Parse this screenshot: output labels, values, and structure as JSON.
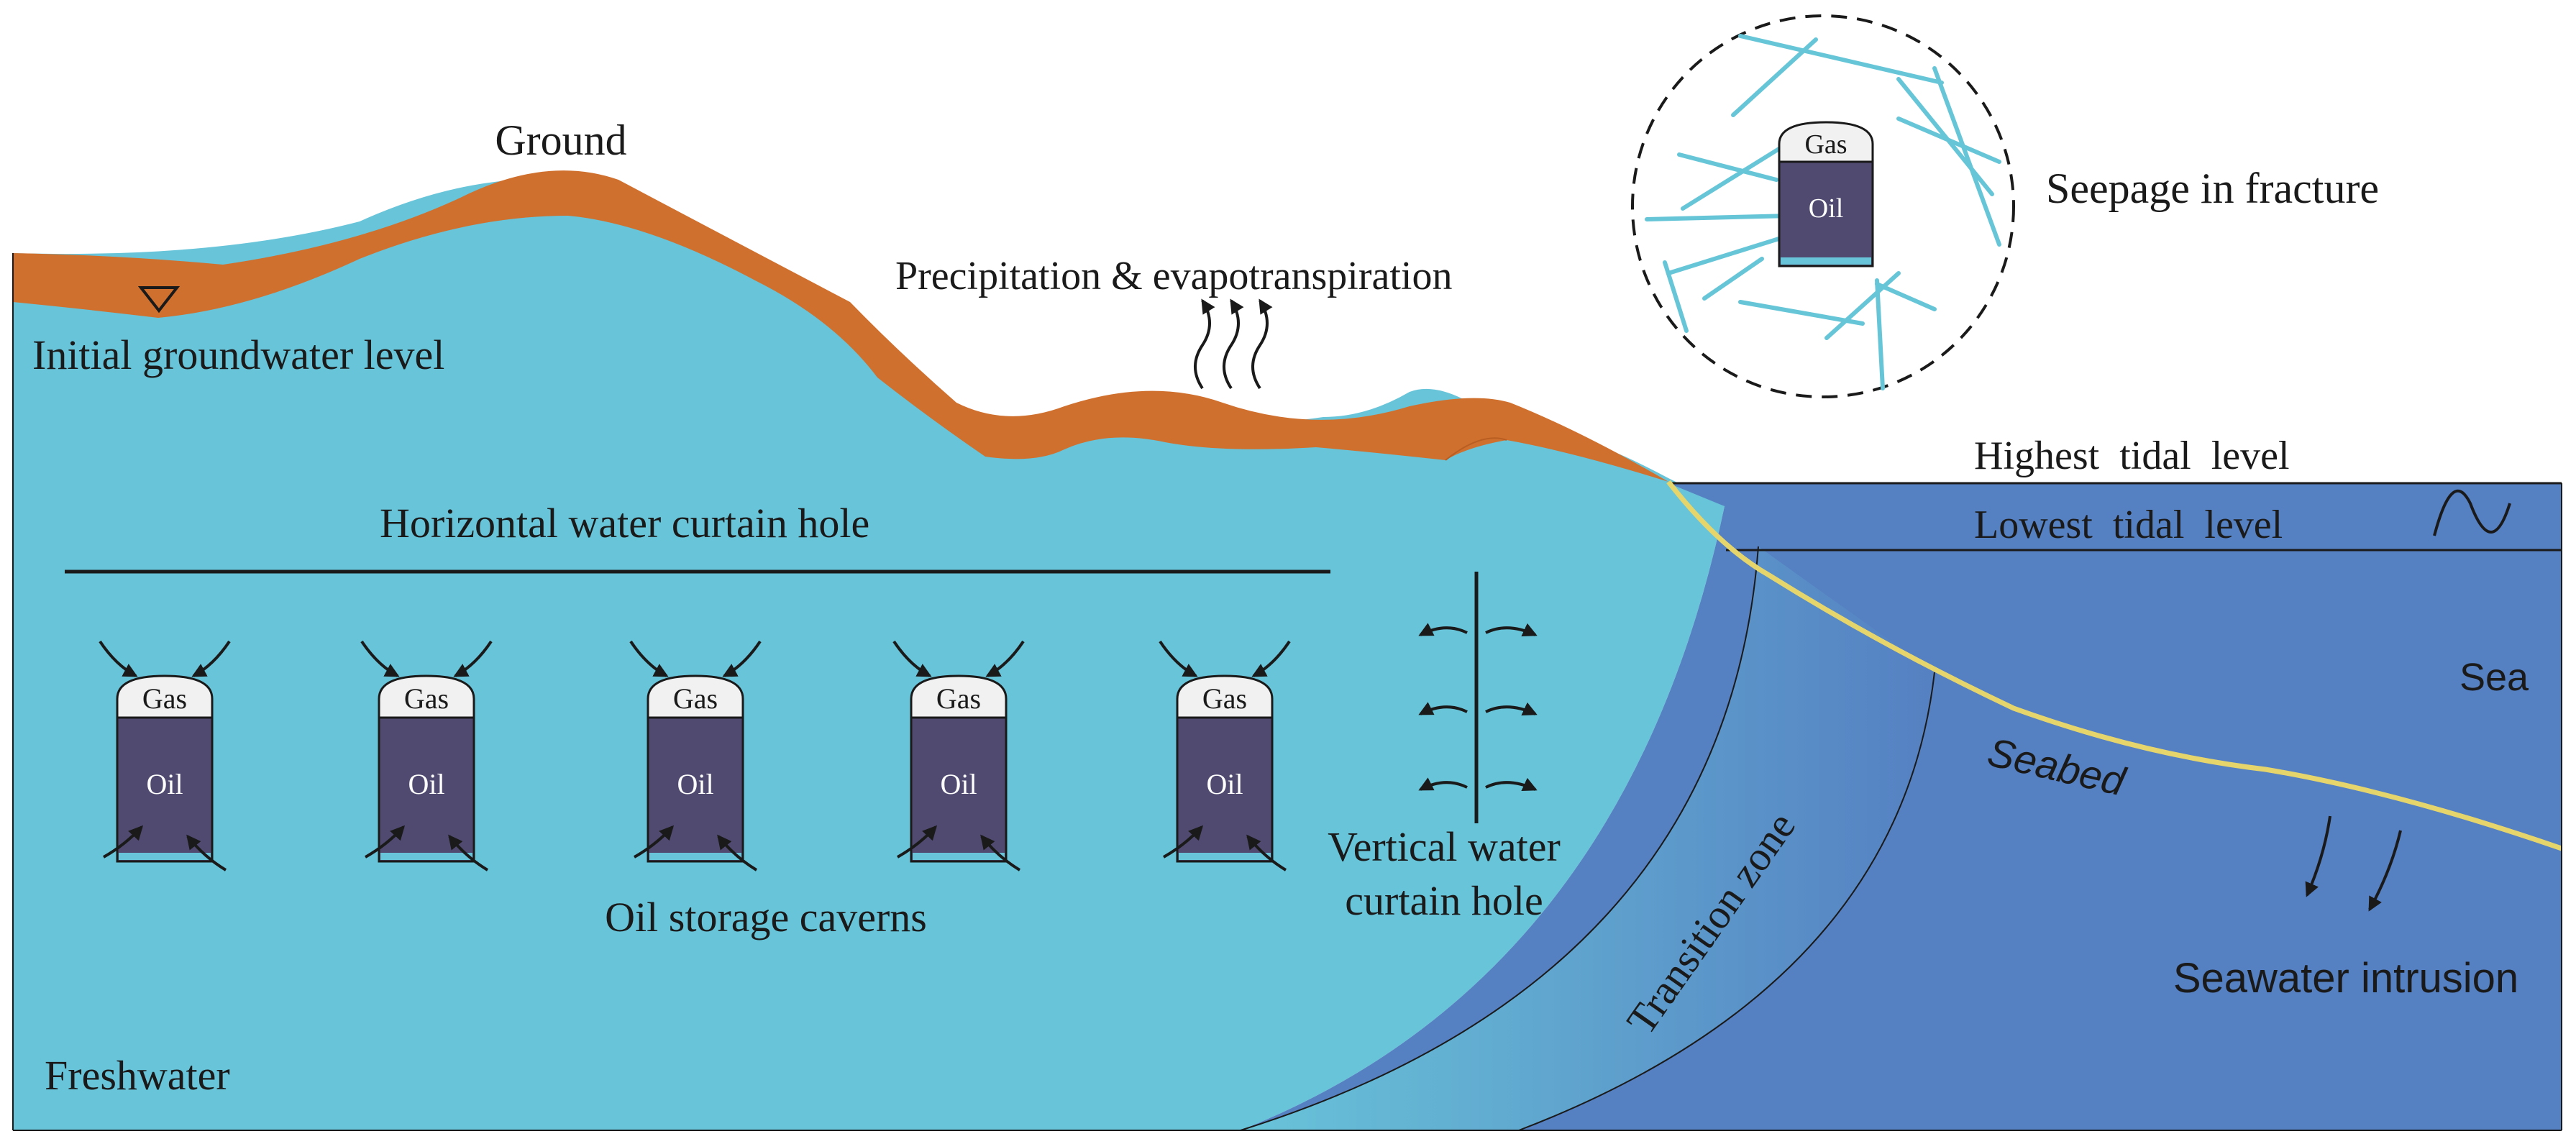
{
  "labels": {
    "ground": "Ground",
    "initial_groundwater_level": "Initial groundwater level",
    "precipitation": "Precipitation & evapotranspiration",
    "seepage_in_fracture": "Seepage in fracture",
    "highest_tidal_level": "Highest  tidal  level",
    "lowest_tidal_level": "Lowest  tidal  level",
    "horizontal_water_curtain_hole": "Horizontal water curtain hole",
    "vertical_water_curtain_hole_line1": "Vertical water",
    "vertical_water_curtain_hole_line2": "curtain hole",
    "oil_storage_caverns": "Oil storage caverns",
    "sea": "Sea",
    "seabed": "Seabed",
    "transition_zone": "Transition zone",
    "seawater_intrusion": "Seawater intrusion",
    "freshwater": "Freshwater"
  },
  "caverns": [
    {
      "gas": "Gas",
      "oil": "Oil"
    },
    {
      "gas": "Gas",
      "oil": "Oil"
    },
    {
      "gas": "Gas",
      "oil": "Oil"
    },
    {
      "gas": "Gas",
      "oil": "Oil"
    },
    {
      "gas": "Gas",
      "oil": "Oil"
    }
  ],
  "inset_cavern": {
    "gas": "Gas",
    "oil": "Oil"
  },
  "icons": {
    "water_table": "water-table-triangle-icon",
    "tide": "tide-sine-icon"
  },
  "colors": {
    "freshwater": "#68c4d9",
    "sea": "#5580c2",
    "ground": "#d0702e",
    "seabed_line": "#e6d56a",
    "cavern_oil": "#504a70",
    "cavern_gas": "#f1f1f1",
    "fracture": "#66c6d8"
  }
}
